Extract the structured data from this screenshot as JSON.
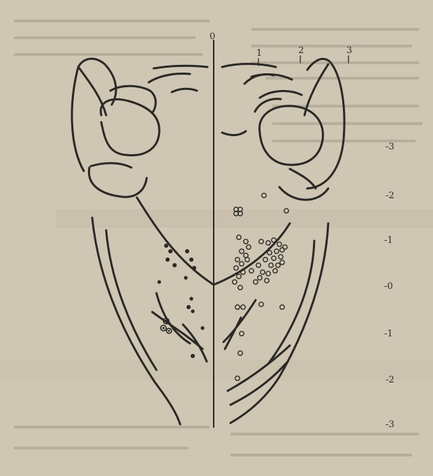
{
  "figure": {
    "top_label": "0",
    "column_labels": [
      "1",
      "2",
      "3"
    ],
    "row_labels": [
      "-3",
      "-2",
      "-1",
      "-0",
      "-1",
      "-2",
      "-3"
    ]
  },
  "legend": {
    "open_circle": "unit-open-circle",
    "filled_dot": "unit-filled-dot",
    "circled_dot": "unit-circled-dot"
  },
  "colors": {
    "paper": "#cfc6b4",
    "ink": "#2b2925",
    "bleed_through": "#a59b89"
  }
}
